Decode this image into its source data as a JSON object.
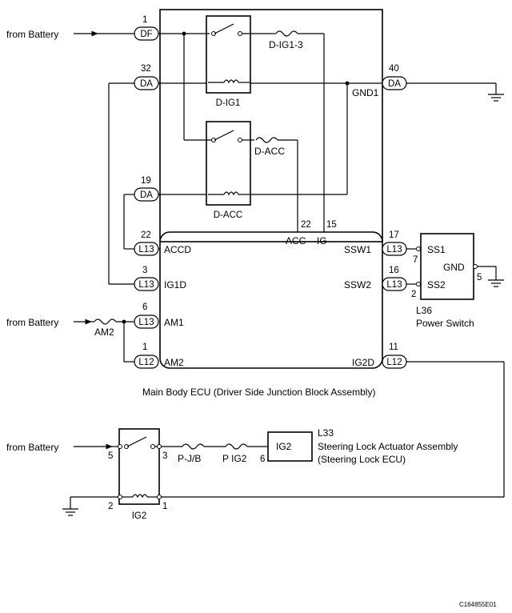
{
  "sources": {
    "from_battery": "from Battery"
  },
  "jb": {
    "pins": {
      "p1": "1",
      "p32": "32",
      "p19": "19",
      "p40": "40"
    },
    "connectors": {
      "df": "DF",
      "da": "DA"
    },
    "relays": {
      "dig1": "D-IG1",
      "dacc": "D-ACC"
    },
    "fuses": {
      "dig13": "D-IG1-3",
      "dacc": "D-ACC",
      "am2": "AM2"
    },
    "gnd1": "GND1"
  },
  "ecu": {
    "label": "Main Body ECU (Driver Side Junction Block Assembly)",
    "inner_pins": {
      "p22": "22",
      "p15": "15"
    },
    "inner_labels": {
      "acc": "ACC",
      "ig": "IG"
    },
    "left": [
      {
        "pin": "22",
        "conn": "L13",
        "label": "ACCD"
      },
      {
        "pin": "3",
        "conn": "L13",
        "label": "IG1D"
      },
      {
        "pin": "6",
        "conn": "L13",
        "label": "AM1"
      },
      {
        "pin": "1",
        "conn": "L12",
        "label": "AM2"
      }
    ],
    "right": [
      {
        "pin": "17",
        "conn": "L13",
        "label": "SSW1"
      },
      {
        "pin": "16",
        "conn": "L13",
        "label": "SSW2"
      },
      {
        "pin": "11",
        "conn": "L12",
        "label": "IG2D"
      }
    ]
  },
  "power_switch": {
    "code": "L36",
    "name": "Power Switch",
    "ss1": "SS1",
    "ss2": "SS2",
    "gnd": "GND",
    "pin_ss1": "7",
    "pin_ss2": "2",
    "pin_gnd": "5"
  },
  "ig2_relay": {
    "name": "IG2",
    "pin5": "5",
    "pin3": "3",
    "pin2": "2",
    "pin1": "1"
  },
  "bottom_fuses": {
    "pjb": "P-J/B",
    "pig2": "P IG2"
  },
  "steering_lock": {
    "code": "L33",
    "name_line1": "Steering Lock Actuator Assembly",
    "name_line2": "(Steering Lock ECU)",
    "terminal": "IG2",
    "pin": "6"
  },
  "figure_id": "C164855E01"
}
